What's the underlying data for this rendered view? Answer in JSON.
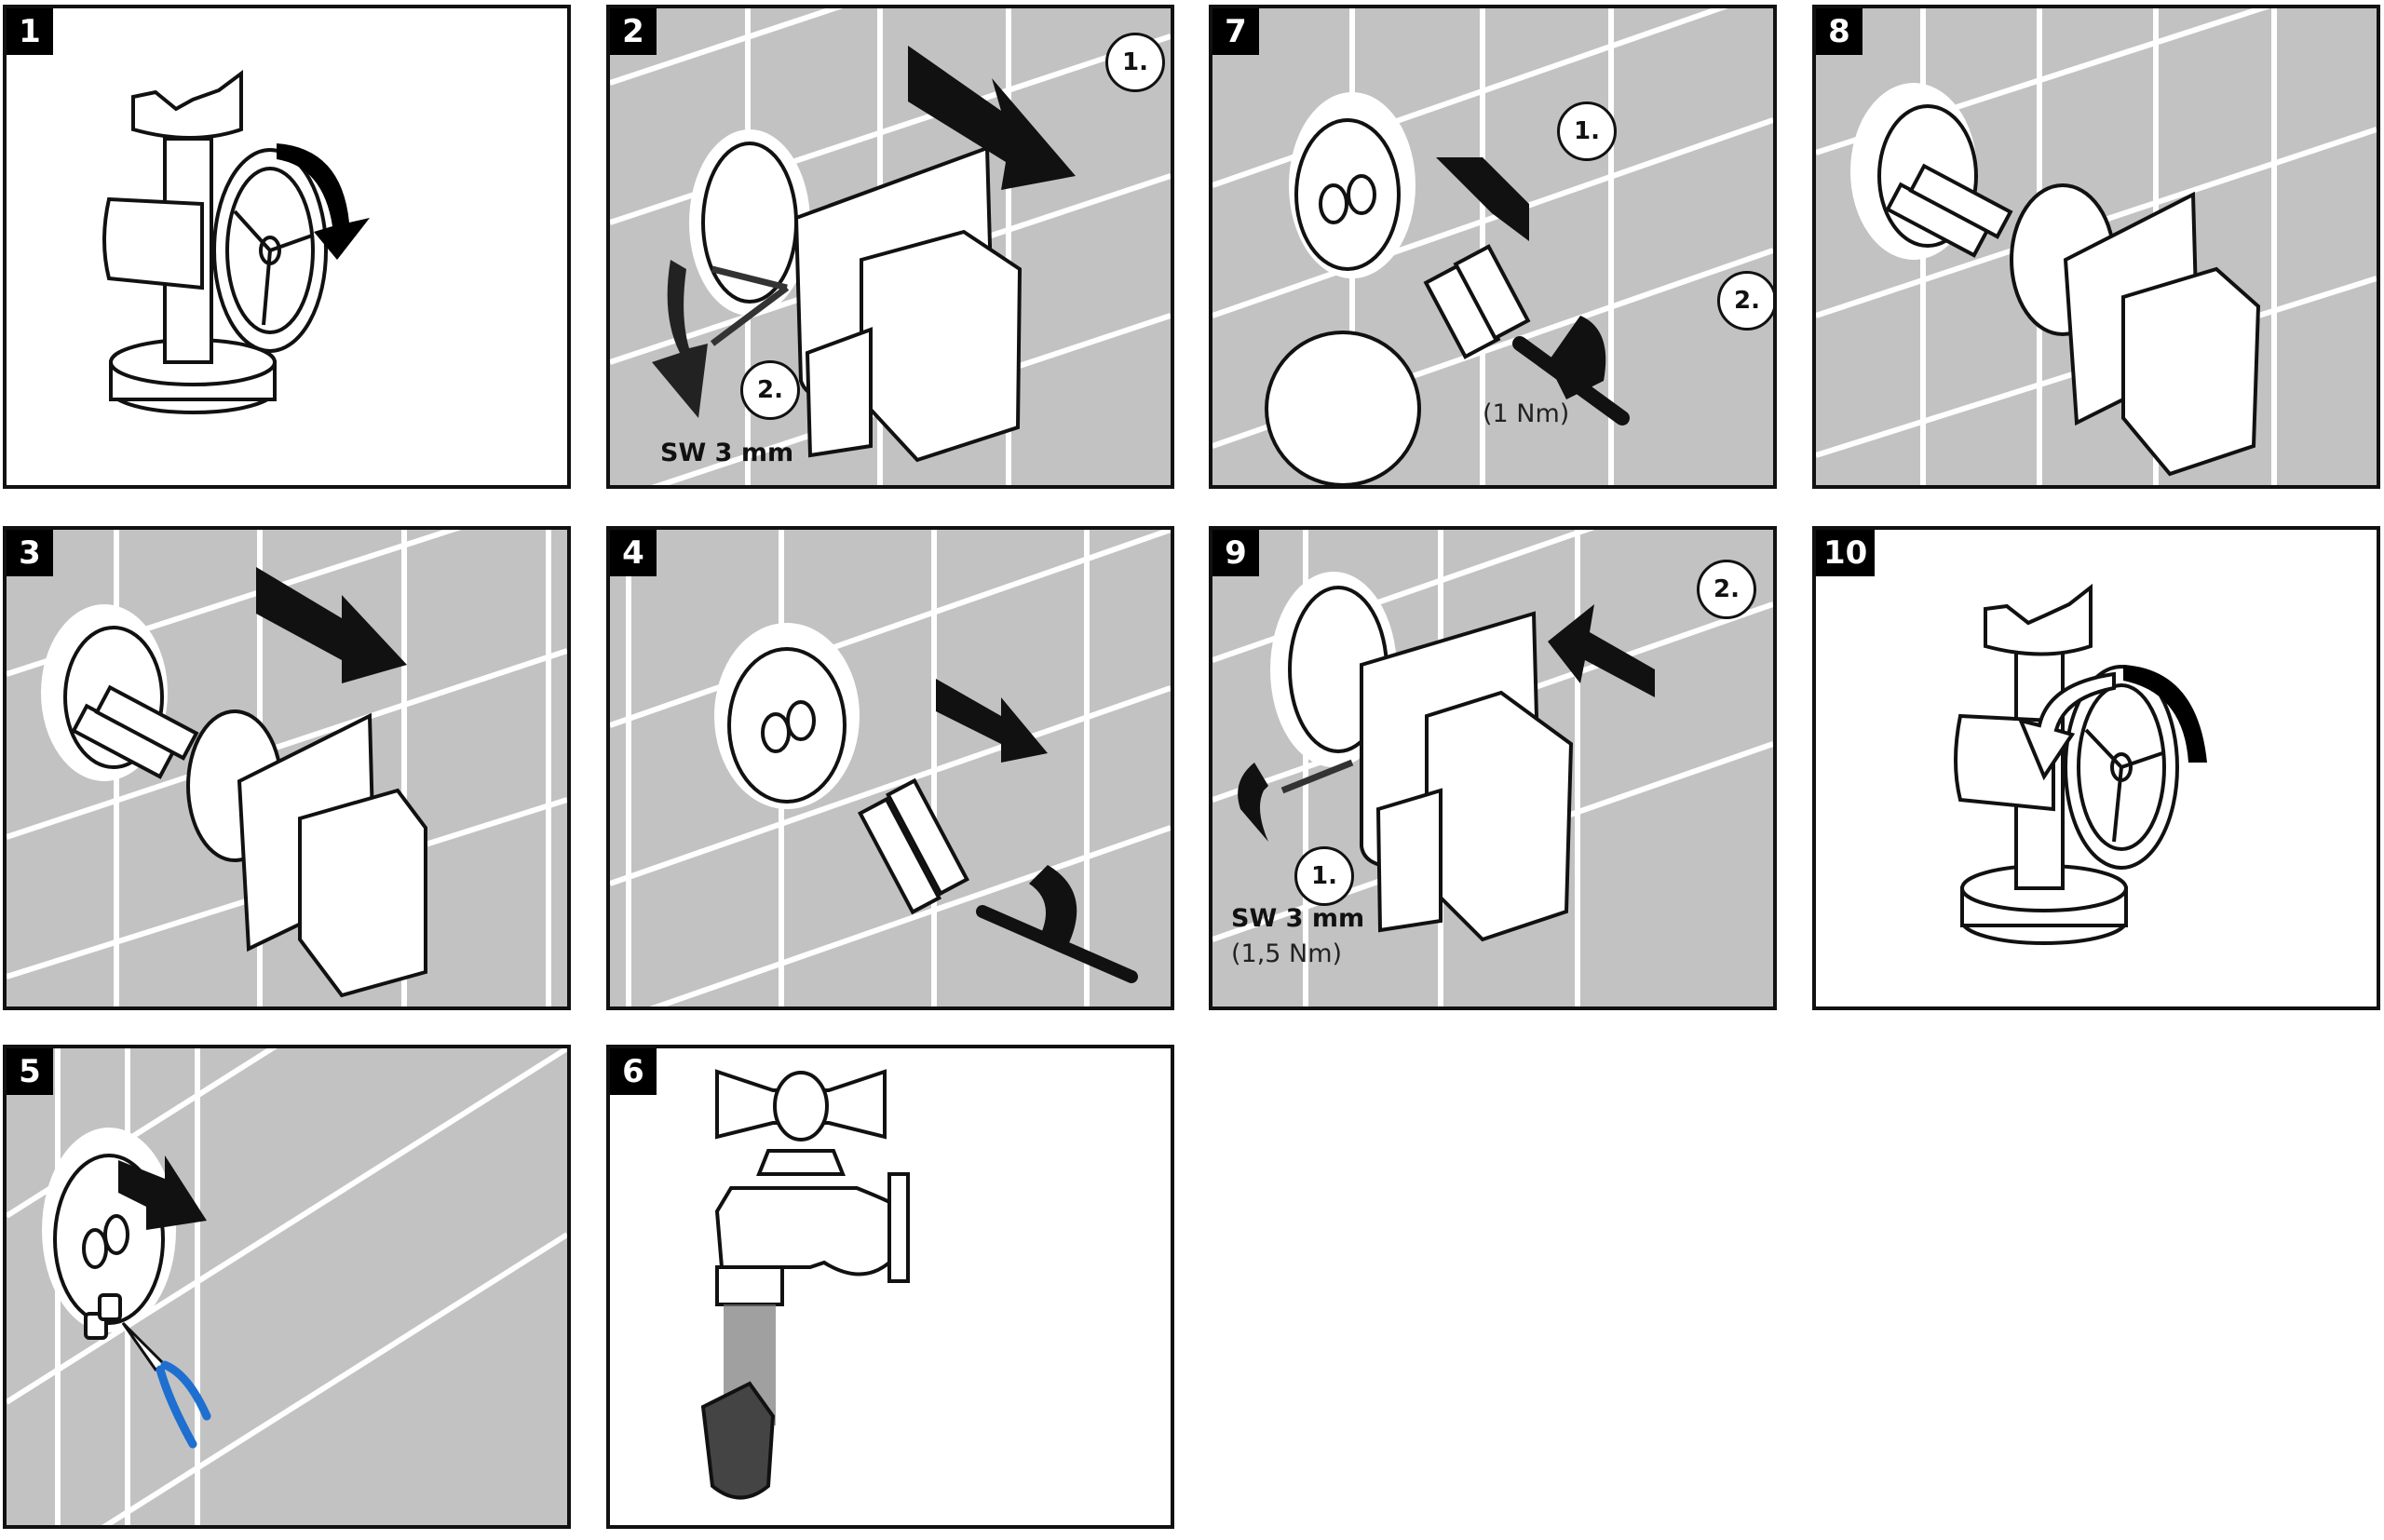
{
  "document": {
    "type": "installation instructions",
    "panels": [
      {
        "number": "1",
        "background": "plain",
        "description": "Close shut-off valve (turn handwheel clockwise)"
      },
      {
        "number": "2",
        "background": "tiles",
        "description": "Loosen set screws and pull off wall holder",
        "callouts": [
          "1.",
          "2."
        ],
        "label": "SW 3 mm"
      },
      {
        "number": "7",
        "background": "tiles",
        "description": "Insert check valves and tighten extensions",
        "callouts": [
          "1.",
          "2."
        ],
        "torque": "(1 Nm)"
      },
      {
        "number": "8",
        "background": "tiles",
        "description": "Slide holder onto extensions"
      },
      {
        "number": "3",
        "background": "tiles",
        "description": "Pull holder off the extensions"
      },
      {
        "number": "4",
        "background": "tiles",
        "description": "Unscrew extensions with screwdriver"
      },
      {
        "number": "9",
        "background": "tiles",
        "description": "Tighten set screws and push holder to wall",
        "callouts": [
          "1.",
          "2."
        ],
        "label": "SW 3 mm",
        "torque": "(1,5 Nm)"
      },
      {
        "number": "10",
        "background": "plain",
        "description": "Open shut-off valve (turn handwheel counter-clockwise)"
      },
      {
        "number": "5",
        "background": "tiles",
        "description": "Remove check valves with pliers"
      },
      {
        "number": "6",
        "background": "plain",
        "description": "Rinse check valve under running water"
      }
    ]
  },
  "colors": {
    "tile": "#c2c2c2",
    "grout": "#ffffff",
    "ink": "#111111",
    "plier_handle": "#1e6fd0"
  }
}
